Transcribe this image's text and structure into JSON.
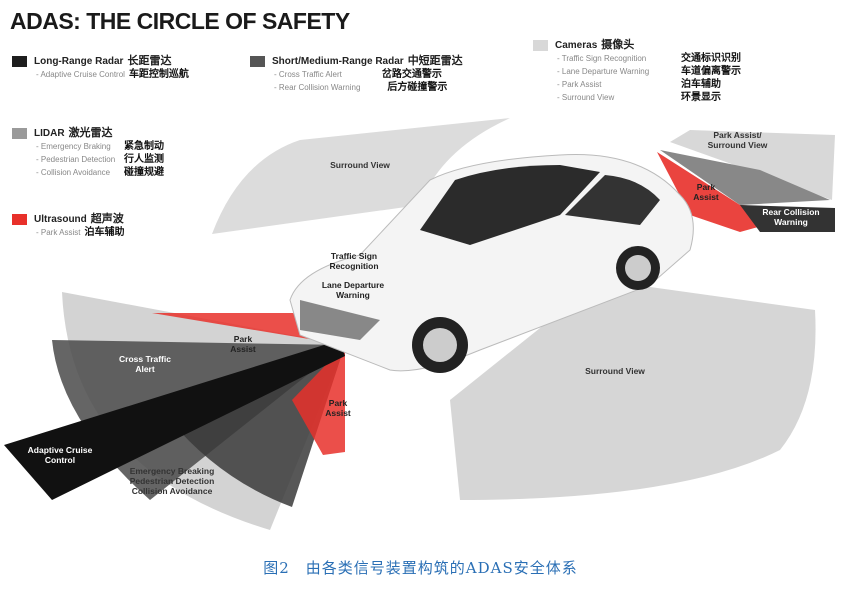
{
  "title": "ADAS: THE CIRCLE OF SAFETY",
  "legend": {
    "long_range": {
      "label": "Long-Range Radar",
      "zh": "长距雷达",
      "color": "#1e1e1e",
      "items": [
        {
          "en": "- Adaptive Cruise Control",
          "zh": "车距控制巡航"
        }
      ]
    },
    "short_range": {
      "label": "Short/Medium-Range Radar",
      "zh": "中短距雷达",
      "color": "#555555",
      "items": [
        {
          "en": "- Cross Traffic Alert",
          "zh": "岔路交通警示"
        },
        {
          "en": "- Rear Collision Warning",
          "zh": "后方碰撞警示"
        }
      ]
    },
    "lidar": {
      "label": "LIDAR",
      "zh": "激光雷达",
      "color": "#9a9a9a",
      "items": [
        {
          "en": "- Emergency Braking",
          "zh": "紧急制动"
        },
        {
          "en": "- Pedestrian Detection",
          "zh": "行人监测"
        },
        {
          "en": "- Collision Avoidance",
          "zh": "碰撞规避"
        }
      ]
    },
    "ultrasound": {
      "label": "Ultrasound",
      "zh": "超声波",
      "color": "#e8302a",
      "items": [
        {
          "en": "- Park Assist",
          "zh": "泊车辅助"
        }
      ]
    },
    "cameras": {
      "label": "Cameras",
      "zh": "摄像头",
      "color": "#d8d8d8",
      "items": [
        {
          "en": "- Traffic Sign Recognition",
          "zh": "交通标识识别"
        },
        {
          "en": "- Lane Departure Warning",
          "zh": "车道偏离警示"
        },
        {
          "en": "- Park Assist",
          "zh": "泊车辅助"
        },
        {
          "en": "- Surround View",
          "zh": "环景显示"
        }
      ]
    }
  },
  "zones": {
    "surround_view_top": "Surround View",
    "traffic_sign": "Traffic Sign Recognition",
    "lane_departure": "Lane Departure Warning",
    "park_assist_front": "Park Assist",
    "cross_traffic": "Cross Traffic Alert",
    "park_assist_side": "Park Assist",
    "adaptive_cruise": "Adaptive Cruise Control",
    "lidar_zone": "Emergency Breaking\nPedestrian Detection\nCollision Avoidance",
    "surround_view_right": "Surround View",
    "park_surround_rear": "Park Assist/ Surround View",
    "park_assist_rear": "Park Assist",
    "rear_collision": "Rear Collision Warning"
  },
  "caption": "图2　由各类信号装置构筑的ADAS安全体系"
}
